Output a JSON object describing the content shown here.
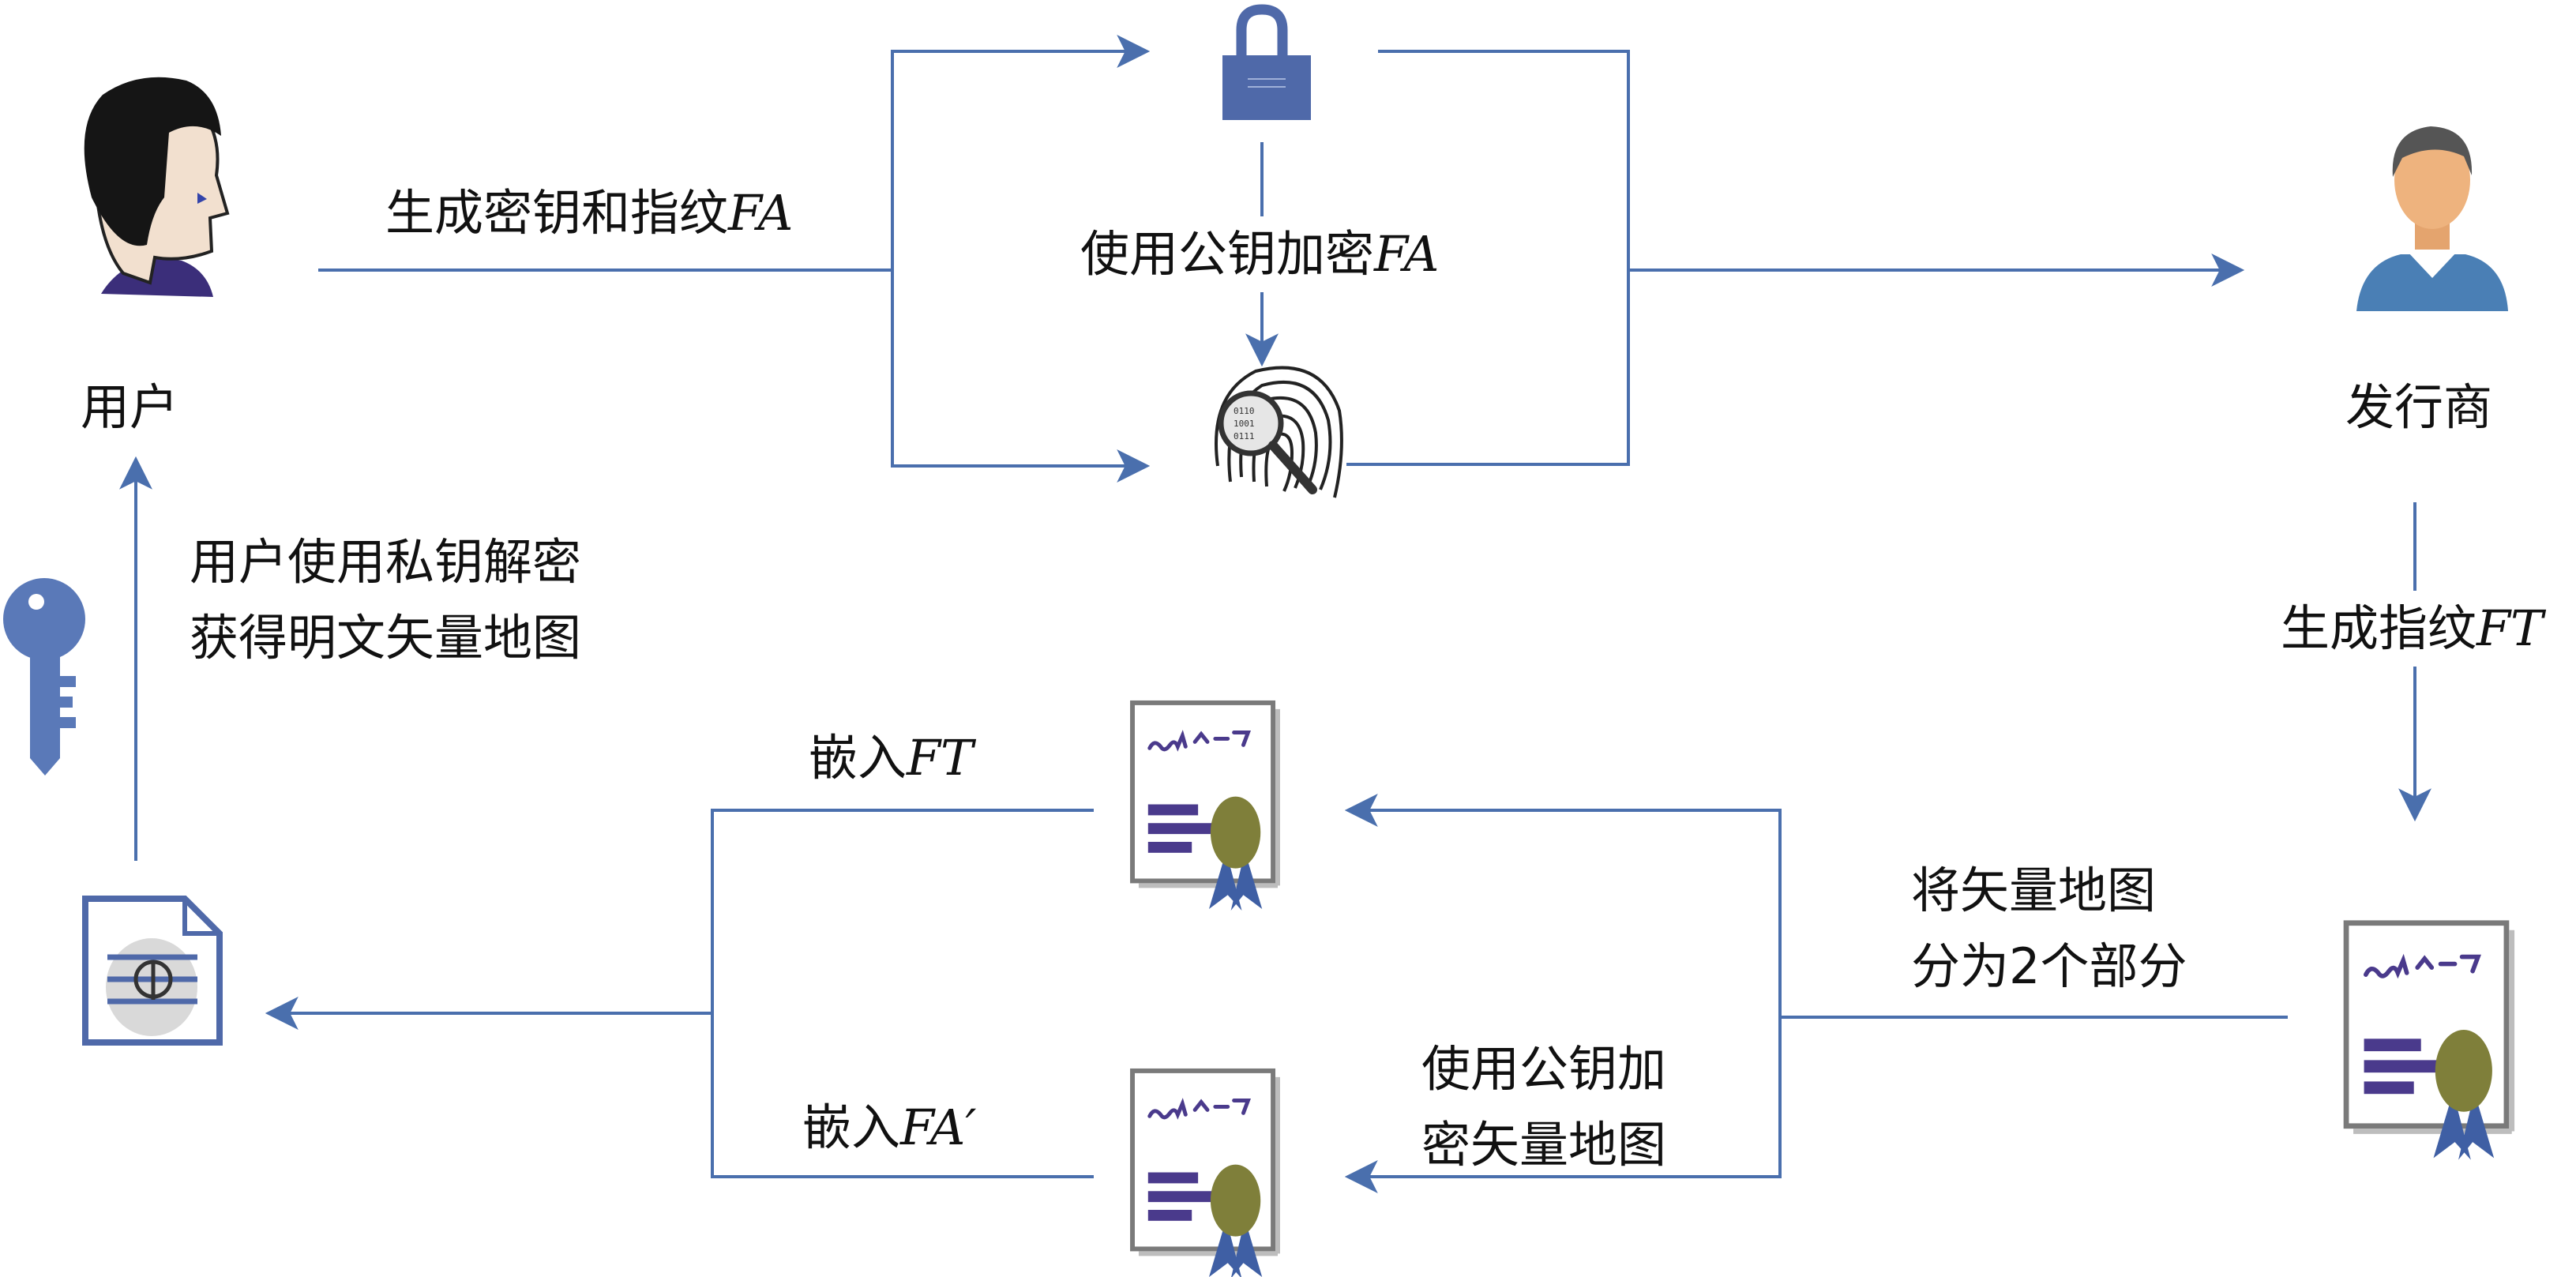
{
  "nodes": {
    "user": "用户",
    "issuer": "发行商"
  },
  "edges": {
    "gen_key_fp": {
      "text": "生成密钥和指纹",
      "var": "FA"
    },
    "encrypt_fp": {
      "text": "使用公钥加密",
      "var": "FA"
    },
    "gen_fp_ft": {
      "text": "生成指纹",
      "var": "FT"
    },
    "split_map": {
      "line1": "将矢量地图",
      "line2": "分为2个部分"
    },
    "encrypt_map": {
      "line1": "使用公钥加",
      "line2": "密矢量地图"
    },
    "embed_ft": {
      "text": "嵌入",
      "var": "FT"
    },
    "embed_fa": {
      "text": "嵌入",
      "var": "FA′"
    },
    "decrypt": {
      "line1": "用户使用私钥解密",
      "line2": "获得明文矢量地图"
    }
  },
  "colors": {
    "line": "#4a6fad",
    "lock": "#4f69a9",
    "key": "#5a79b8",
    "certificate_text": "#4a3a8c",
    "certificate_seal": "#7f7f3a",
    "certificate_ribbon": "#3f5fa4",
    "user_face": "#f2e0cf",
    "user_hair": "#151515",
    "issuer_face": "#eeb37e",
    "issuer_shirt": "#4a7fb5"
  },
  "icons": {
    "user": "user-avatar-icon",
    "issuer": "issuer-avatar-icon",
    "lock": "lock-icon",
    "fingerprint": "fingerprint-magnifier-icon",
    "key": "key-icon",
    "certificate": "certificate-icon",
    "watermarked_map": "watermarked-map-document-icon"
  }
}
